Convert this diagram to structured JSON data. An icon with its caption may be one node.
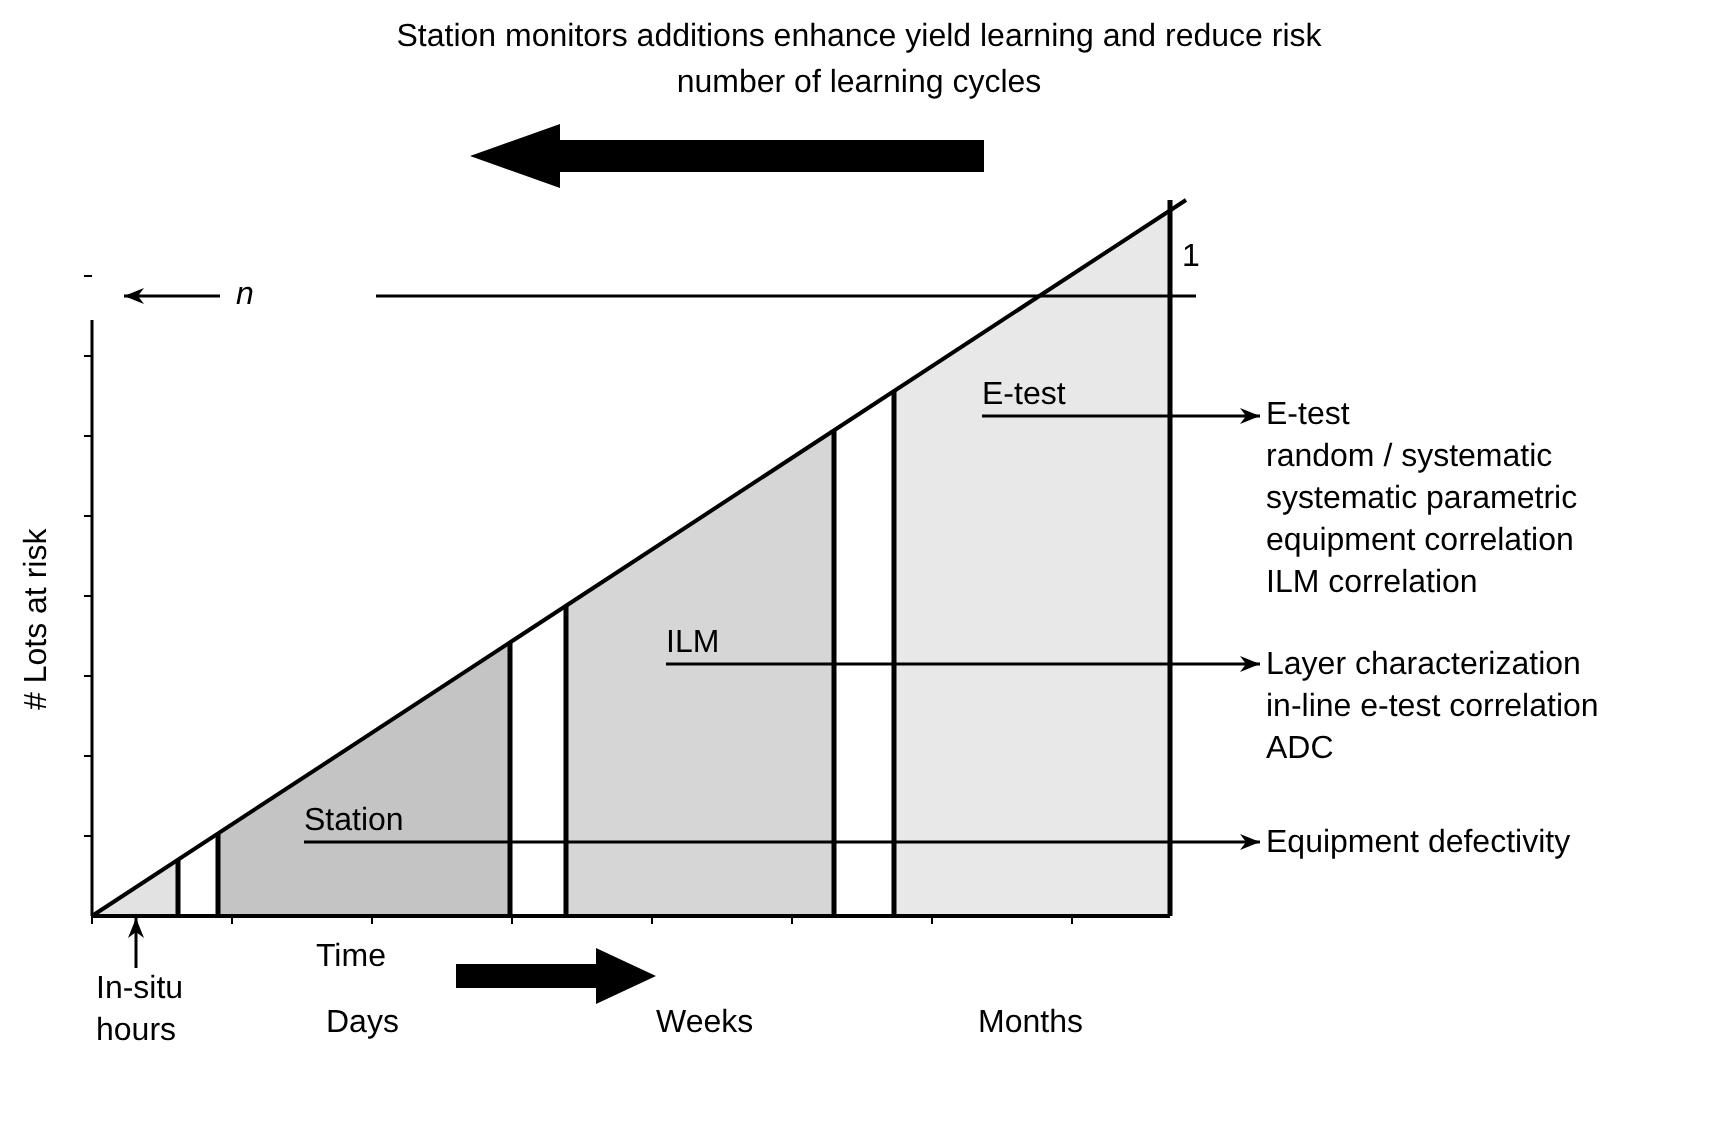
{
  "diagram": {
    "nodes": [
      {
        "text": [
          "Station"
        ]
      },
      {
        "text": [
          "ILM"
        ]
      },
      {
        "text": [
          "E-test"
        ]
      },
      {
        "text": [
          "E-test",
          "random / systematic",
          "systematic parametric",
          "equipment correlation",
          "ILM correlation"
        ]
      },
      {
        "text": [
          "Layer characterization",
          "in-line e-test correlation",
          "ADC"
        ]
      },
      {
        "text": [
          "Equipment defectivity"
        ]
      },
      {
        "text": [
          "In-situ hours"
        ]
      }
    ],
    "edges": [
      {
        "from": 2,
        "to": 3,
        "arrow": "to"
      },
      {
        "from": 1,
        "to": 4,
        "arrow": "to"
      },
      {
        "from": 0,
        "to": 5,
        "arrow": "to"
      },
      {
        "from": 6,
        "to": null,
        "arrow": "to"
      }
    ],
    "labels": [
      "Station monitors additions enhance yield learning and reduce risk",
      "number of learning cycles",
      "n",
      "1",
      "# Lots at risk",
      "Time",
      "Days",
      "Weeks",
      "Months"
    ]
  }
}
